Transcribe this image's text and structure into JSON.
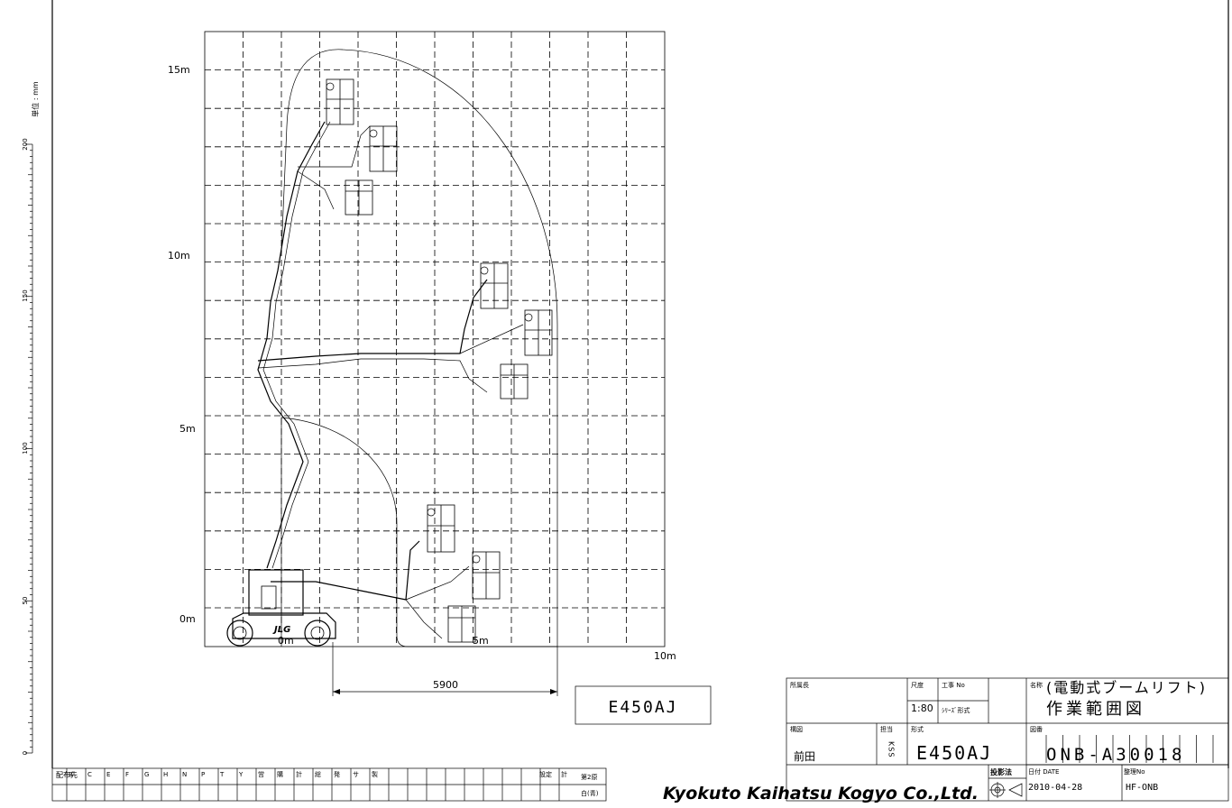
{
  "drawing": {
    "y_labels": [
      "15m",
      "10m",
      "5m",
      "0m"
    ],
    "x_end_label": "10m",
    "base_labels": [
      "0m",
      "5m"
    ],
    "dimension": "5900",
    "model_box": "E450AJ",
    "brand_logo": "JLG"
  },
  "ruler": {
    "unit_label": "単位 : mm",
    "ticks": [
      "200",
      "150",
      "100",
      "50",
      "0"
    ]
  },
  "bottom_strip": {
    "row1": [
      "B",
      "C",
      "E",
      "F",
      "G",
      "H",
      "N",
      "P",
      "T",
      "Y",
      "営",
      "購",
      "計",
      "総",
      "発",
      "サ",
      "製"
    ],
    "left_label": "配布先",
    "right_labels": [
      "設定",
      "計"
    ],
    "page_labels": [
      "第2原",
      "白(青)"
    ]
  },
  "title_block": {
    "labels": {
      "dept_head": "所属長",
      "scale": "尺度",
      "job_no": "工事 No",
      "series": "ｼﾘｰｽﾞ形式",
      "drawn": "構図",
      "charge": "担当",
      "model": "形式",
      "name": "名称",
      "drawing_no": "図番",
      "projection": "投影法",
      "date": "日付 DATE",
      "ref_no": "整理No"
    },
    "scale_value": "1:80",
    "drawer": "前田",
    "checker": "KSS",
    "model_value": "E450AJ",
    "name_line1": "(電動式ブームリフト)",
    "name_line2": "作業範囲図",
    "drawing_number": "ONB-A30018",
    "date_value": "2010-04-28",
    "ref_value": "HF-ONB"
  },
  "company": "Kyokuto Kaihatsu Kogyo Co.,Ltd."
}
